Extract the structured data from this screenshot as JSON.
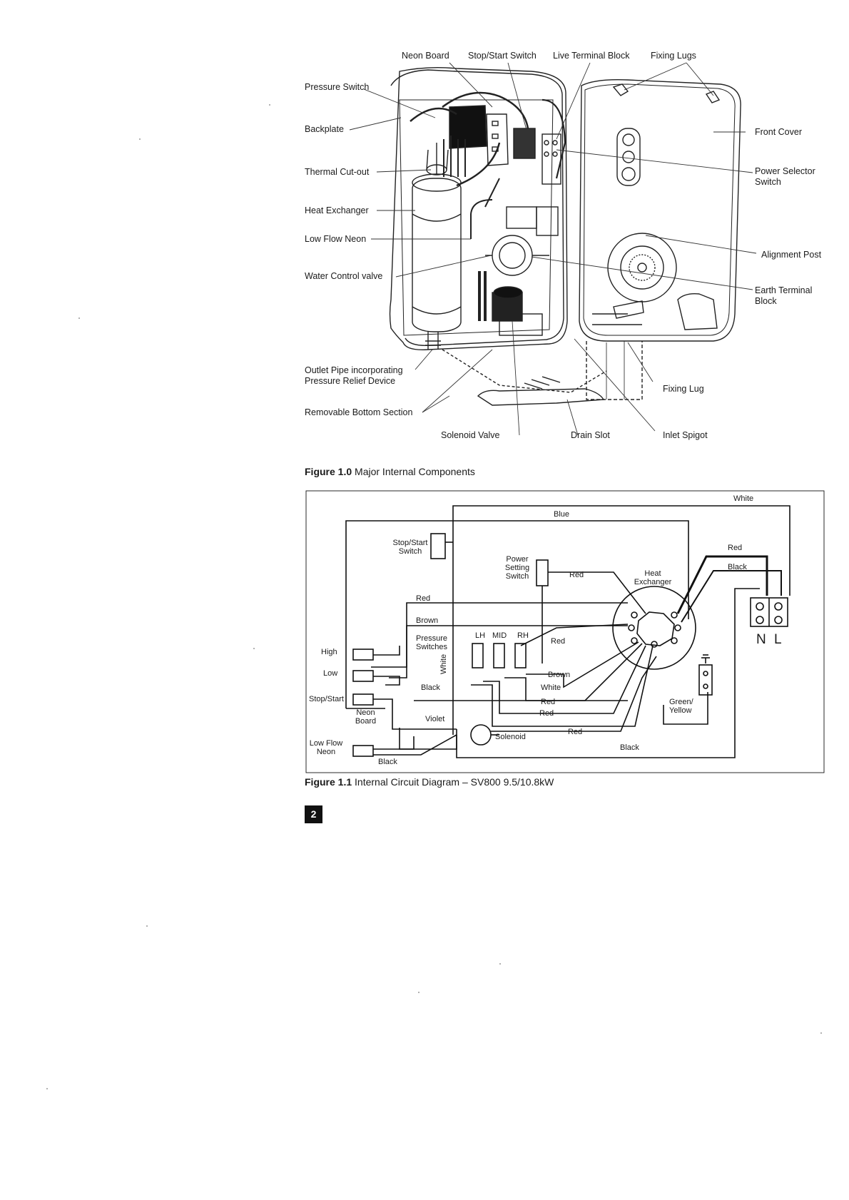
{
  "figure1": {
    "labels": {
      "neon_board": "Neon Board",
      "stop_start_switch": "Stop/Start Switch",
      "live_terminal_block": "Live Terminal Block",
      "fixing_lugs": "Fixing Lugs",
      "pressure_switch": "Pressure Switch",
      "backplate": "Backplate",
      "thermal_cut_out": "Thermal Cut-out",
      "heat_exchanger": "Heat Exchanger",
      "low_flow_neon": "Low Flow Neon",
      "water_control_valve": "Water Control valve",
      "outlet_pipe": "Outlet Pipe incorporating Pressure Relief Device",
      "removable_bottom_section": "Removable Bottom Section",
      "solenoid_valve": "Solenoid Valve",
      "drain_slot": "Drain Slot",
      "inlet_spigot": "Inlet Spigot",
      "fixing_lug": "Fixing Lug",
      "front_cover": "Front Cover",
      "power_selector_switch": "Power Selector Switch",
      "alignment_post": "Alignment Post",
      "earth_terminal_block": "Earth Terminal Block"
    },
    "caption_prefix": "Figure 1.0",
    "caption_text": "Major Internal Components"
  },
  "figure2": {
    "labels": {
      "white_top": "White",
      "blue": "Blue",
      "stop_start_switch": "Stop/Start Switch",
      "power_setting_switch": "Power Setting Switch",
      "red_ps": "Red",
      "heat_exchanger": "Heat Exchanger",
      "red_right": "Red",
      "black_right": "Black",
      "red_left": "Red",
      "brown_left": "Brown",
      "pressure_switches": "Pressure Switches",
      "lh": "LH",
      "mid": "MID",
      "rh": "RH",
      "red_rh": "Red",
      "white_vert": "White",
      "high": "High",
      "low": "Low",
      "stop_start": "Stop/Start",
      "neon_board": "Neon Board",
      "black_mid": "Black",
      "brown_low": "Brown",
      "white_low": "White",
      "red_low1": "Red",
      "red_low2": "Red",
      "violet": "Violet",
      "solenoid": "Solenoid",
      "red_sol": "Red",
      "black_bottom": "Black",
      "low_flow_neon": "Low Flow Neon",
      "black_neon": "Black",
      "green_yellow": "Green/ Yellow",
      "n": "N",
      "l": "L"
    },
    "caption_prefix": "Figure 1.1",
    "caption_text": "Internal Circuit Diagram – SV800 9.5/10.8kW"
  },
  "page_number": "2"
}
